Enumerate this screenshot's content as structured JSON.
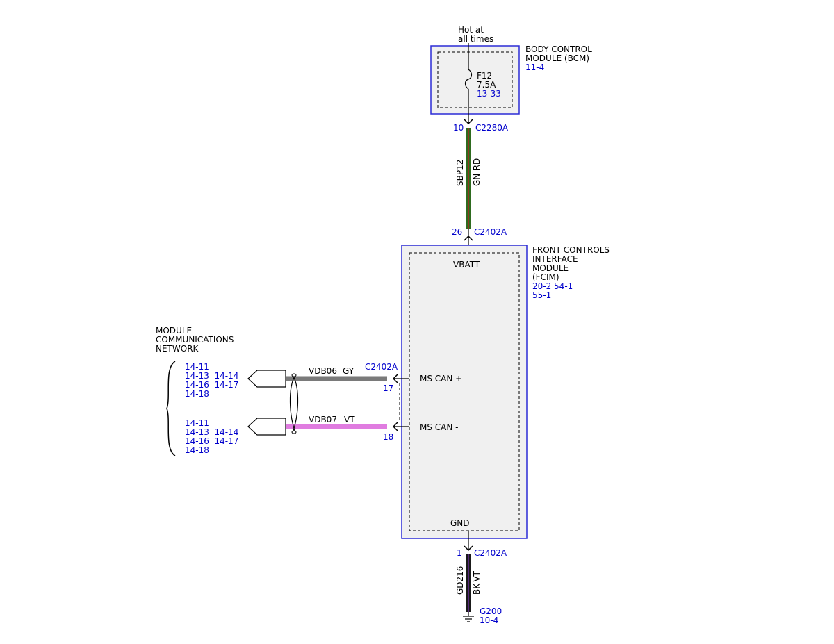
{
  "power_source": {
    "line1": "Hot at",
    "line2": "all times"
  },
  "bcm": {
    "name_line1": "BODY CONTROL",
    "name_line2": "MODULE (BCM)",
    "ref": "11-4",
    "fuse": {
      "id": "F12",
      "rating": "7.5A",
      "ref": "13-33"
    }
  },
  "wire_sbp12": {
    "top_pin": "10",
    "top_connector": "C2280A",
    "circuit": "SBP12",
    "color": "GN-RD",
    "bottom_pin": "26",
    "bottom_connector": "C2402A"
  },
  "fcim": {
    "name_line1": "FRONT CONTROLS",
    "name_line2": "INTERFACE",
    "name_line3": "MODULE",
    "name_line4": "(FCIM)",
    "ref_line1": "20-2  54-1",
    "ref_line2": "55-1",
    "vbatt": "VBATT",
    "ms_can_plus": "MS CAN +",
    "ms_can_minus": "MS CAN -",
    "gnd": "GND"
  },
  "network": {
    "line1": "MODULE",
    "line2": "COMMUNICATIONS",
    "line3": "NETWORK",
    "refs_top": [
      "14-11",
      "14-13  14-14",
      "14-16  14-17",
      "14-18"
    ],
    "refs_bottom": [
      "14-11",
      "14-13  14-14",
      "14-16  14-17",
      "14-18"
    ]
  },
  "wire_vdb06": {
    "circuit": "VDB06",
    "color": "GY",
    "connector": "C2402A",
    "pin": "17"
  },
  "wire_vdb07": {
    "circuit": "VDB07",
    "color": "VT",
    "pin": "18"
  },
  "wire_gd216": {
    "pin": "1",
    "connector": "C2402A",
    "circuit": "GD216",
    "color": "BK-VT"
  },
  "ground": {
    "id": "G200",
    "ref": "10-4"
  },
  "colors": {
    "module_border": "#2b2bd6",
    "ref_text": "#0000cc",
    "wire_green": "#2e6b1f",
    "wire_red": "#b3261e",
    "wire_gray": "#7a7a7a",
    "wire_violet": "#e07ce0",
    "wire_black": "#1a1a1a",
    "wire_violet_dark": "#7030a0"
  }
}
